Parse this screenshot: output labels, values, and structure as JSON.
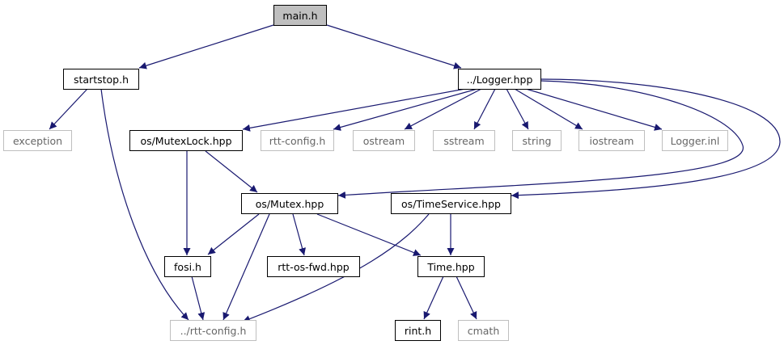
{
  "colors": {
    "edge": "#191970",
    "root_fill": "#bfbfbf",
    "external_border": "#bfbfbf",
    "external_text": "#666666"
  },
  "nodes": {
    "main_h": "main.h",
    "startstop_h": "startstop.h",
    "logger_hpp": "../Logger.hpp",
    "exception": "exception",
    "mutexlock_hpp": "os/MutexLock.hpp",
    "rtt_config_h": "rtt-config.h",
    "ostream": "ostream",
    "sstream": "sstream",
    "string": "string",
    "iostream": "iostream",
    "logger_inl": "Logger.inl",
    "mutex_hpp": "os/Mutex.hpp",
    "timeservice_hpp": "os/TimeService.hpp",
    "fosi_h": "fosi.h",
    "rtt_os_fwd_hpp": "rtt-os-fwd.hpp",
    "time_hpp": "Time.hpp",
    "parent_rtt_config_h": "../rtt-config.h",
    "rint_h": "rint.h",
    "cmath": "cmath"
  }
}
